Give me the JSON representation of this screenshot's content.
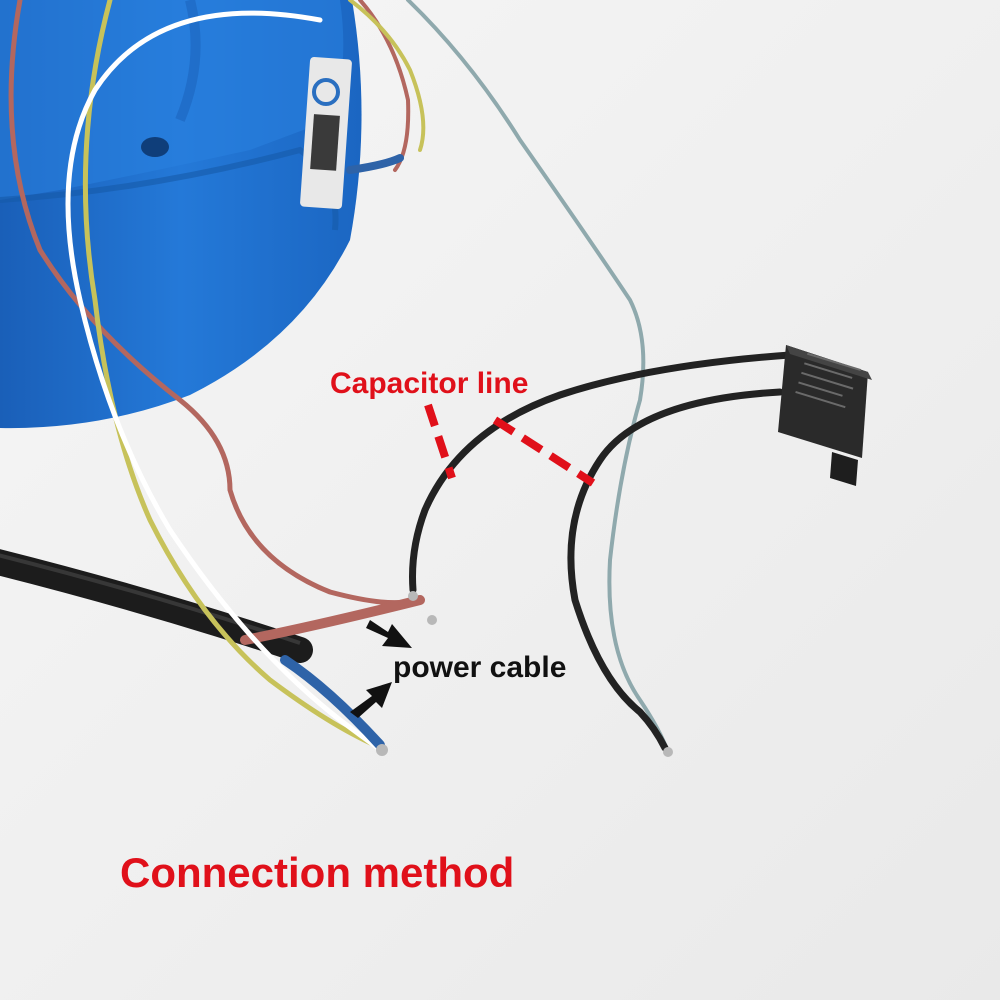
{
  "annotations": {
    "capacitor_line": "Capacitor line",
    "power_cable": "power cable",
    "connection_method": "Connection method"
  },
  "colors": {
    "background": "#f2f2f2",
    "fan_blue": "#1f6fd0",
    "wire_red": "#b3675f",
    "wire_yellow": "#c7c25a",
    "wire_white": "#ffffff",
    "wire_grey": "#8fa9ad",
    "cable_black": "#1c1c1c",
    "capacitor_black": "#2a2a2a",
    "annotation_red": "#e0101a",
    "annotation_black": "#111111"
  },
  "icons": {
    "arrow": "black-arrow-icon",
    "dashes": "red-dashed-line-icon"
  }
}
